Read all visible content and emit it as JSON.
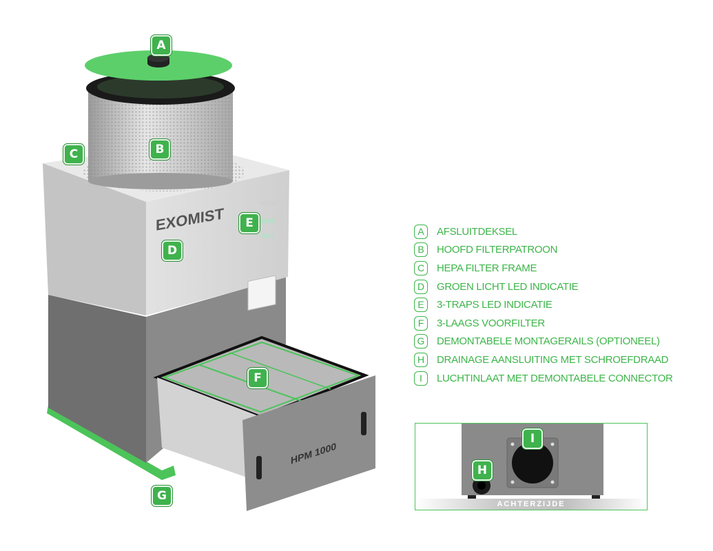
{
  "product": {
    "brand": "EXOMIST",
    "model": "HPM 1000",
    "led_labels": [
      "HEPA",
      "MAIN",
      "PRE"
    ]
  },
  "callouts": [
    "A",
    "B",
    "C",
    "D",
    "E",
    "F",
    "G",
    "H",
    "I"
  ],
  "legend": [
    {
      "letter": "A",
      "label": "AFSLUITDEKSEL"
    },
    {
      "letter": "B",
      "label": "HOOFD FILTERPATROON"
    },
    {
      "letter": "C",
      "label": "HEPA FILTER FRAME"
    },
    {
      "letter": "D",
      "label": "GROEN LICHT LED INDICATIE"
    },
    {
      "letter": "E",
      "label": "3-TRAPS LED INDICATIE"
    },
    {
      "letter": "F",
      "label": "3-LAAGS VOORFILTER"
    },
    {
      "letter": "G",
      "label": "DEMONTABELE MONTAGERAILS (OPTIONEEL)"
    },
    {
      "letter": "H",
      "label": "DRAINAGE AANSLUITING MET SCHROEFDRAAD"
    },
    {
      "letter": "I",
      "label": "LUCHTINLAAT MET DEMONTABELE CONNECTOR"
    }
  ],
  "inset": {
    "caption": "ACHTERZIJDE"
  },
  "colors": {
    "accent": "#3db54a",
    "housing_light": "#d8d8d8",
    "housing_dark": "#7b7b7b"
  }
}
